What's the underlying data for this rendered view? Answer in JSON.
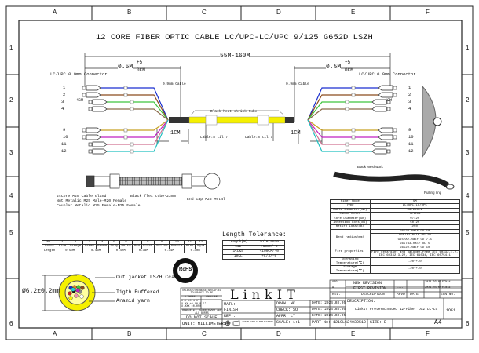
{
  "frame": {
    "columns": [
      "A",
      "B",
      "C",
      "D",
      "E",
      "F"
    ],
    "rows": [
      "1",
      "2",
      "3",
      "4",
      "5",
      "6"
    ]
  },
  "title": "12 CORE FIBER OPTIC CABLE LC/UPC-LC/UPC 9/125 G652D LSZH",
  "dims": {
    "total": "55M-160M",
    "fanout": "0.5M",
    "fanout_tol_top": "+5",
    "fanout_tol_bottom": "0CM",
    "offset_left": "1CM",
    "offset_right": "1CM",
    "stagger": "4CM"
  },
  "labels": {
    "connector_left": "LC/UPC 0.9mm Connector",
    "connector_right": "LC/UPC 0.9mm Connector",
    "cable_left": "0.9mm Cable",
    "cable_right": "0.9mm Cable",
    "shrink": "Black heat shrink tube",
    "lable_left": "Lable:8 til 7",
    "lable_right": "Lable:8 til 7"
  },
  "fiber_numbers": [
    "1",
    "2",
    "3",
    "4",
    "9",
    "10",
    "11",
    "12"
  ],
  "fiber_colors": [
    "#1a2fd0",
    "#8a4a1c",
    "#3ec43e",
    "#8a6a4a",
    "#c8a020",
    "#c020c0",
    "#d07090",
    "#20c0c0"
  ],
  "cable_color": "#f5f000",
  "assembly": {
    "gland": "24Core M20 Cable Gland",
    "nut": "Nut Metalic M25 Male-M20 Female",
    "coupler": "Coupler Metalic M25 Female-M25 Female",
    "tube": "Black flex tube-23mm",
    "endcap": "End cap M25 Metal"
  },
  "meshwork": {
    "label": "Black Meshwork",
    "pulling": "Pulling ring"
  },
  "spec": [
    [
      "Fiber Mode",
      "SM"
    ],
    [
      "Type",
      "LC/UPC-LC/UPC"
    ],
    [
      "Cable Diameter(mm)",
      "Ø6.2±0.2"
    ],
    [
      "Cable Color",
      "Yellow"
    ],
    [
      "Core Diameter(um)",
      "9/125"
    ],
    [
      "Insertion Loss(dB)",
      "≤0.25"
    ],
    [
      "Return Loss(dB)",
      "≥50"
    ]
  ],
  "bend": {
    "label": "Bend radius(mm)",
    "values": [
      "G652D-half OD 10",
      "G657A1-half OD 10",
      "G657A2-half OD 7.5",
      "G657B3-half OD 5"
    ]
  },
  "fire": {
    "label": "Fire properties:",
    "values": [
      "G652D-half OD 10",
      "Fire retardant and halogen-free IEC 60332-1-2, IEC 60332-3-22, IEC 61034, IEC 60754-1"
    ]
  },
  "temps": [
    [
      "Operating Temperature(℃)",
      "-20~+70"
    ],
    [
      "Storage Temperature(℃)",
      "-20~+70"
    ]
  ],
  "length_table": {
    "headers": [
      "No.",
      "Color",
      "Length"
    ],
    "numbers": [
      "1",
      "2",
      "3",
      "4",
      "5",
      "6",
      "7",
      "8",
      "9",
      "10",
      "11",
      "12"
    ],
    "colors": [
      "Blue",
      "Orange",
      "Green",
      "Brown",
      "Gray",
      "White",
      "Red",
      "Black",
      "Yellow",
      "Purple",
      "Pink",
      "Aqua"
    ],
    "lengths": [
      "0.50M",
      "0.46M",
      "0.42M",
      "0.38M",
      "0.34M",
      "0.30M"
    ]
  },
  "tolerance": {
    "title": "Length Tolerance:",
    "headers": [
      "Length(M)",
      "Tolerance"
    ],
    "rows": [
      [
        "1≤L",
        "+50CM/-0"
      ],
      [
        "1<L≤5",
        "+100CM/-0"
      ],
      [
        "10≤L",
        "+L/3/-0"
      ]
    ]
  },
  "cross_section": {
    "diameter": "Ø6.2±0.2mm",
    "jacket": "Out jacket LSZH Cca",
    "buffered": "Tigth Buffered",
    "aramid": "Aramid yarn"
  },
  "rohs": "RoHS",
  "titleblock": {
    "logo": "LinkIT",
    "tol_note": "UNLESS OTHERWISE SPECIFIED TOLERANCE TO BE",
    "linear": "LINEAR",
    "angular": "ANGULAR",
    "tol_lines": [
      "X.X ±0.4  0°",
      "X.XX ±0.10 0.5°",
      "X.XXX ±0.050"
    ],
    "remove": "REMOVE ALL SHARP EDGES AND ALL BURRS",
    "noscale": "DO NOT SCALE",
    "unit": "UNIT: MILLIMETERS",
    "projection": "THIRD ANGLE PROJECTION",
    "matl": "MATL:",
    "finish": "FINISH:",
    "ref": "REF.:",
    "draw": "DRAW: WK",
    "check": "CHECK: SQ",
    "appr": "APPR: LY",
    "scale": "SCALE: 1:1",
    "dates": [
      "DATE: 2024.03.05",
      "DATE: 2024.03.05",
      "DATE: 2024.03.05"
    ],
    "part": "PART No: 121CLC24030510",
    "size": "SIZE: B",
    "sheet": "A4",
    "revisions": [
      [
        "APO1",
        "NEW REVISION",
        "----",
        "2024.03.05",
        "ECN-#"
      ],
      [
        "A",
        "FIRST REVISION",
        "----",
        "2024.03.05",
        "ECN-#"
      ]
    ],
    "rev_headers": [
      "REV.",
      "DESCRIPTION",
      "APVD",
      "DATE",
      "ECN No."
    ],
    "desc_label": "DESCRIPTION:",
    "desc": "LinkIT Preterminated 12-Fiber OS2 LC-LC",
    "pages": "1OF1"
  }
}
